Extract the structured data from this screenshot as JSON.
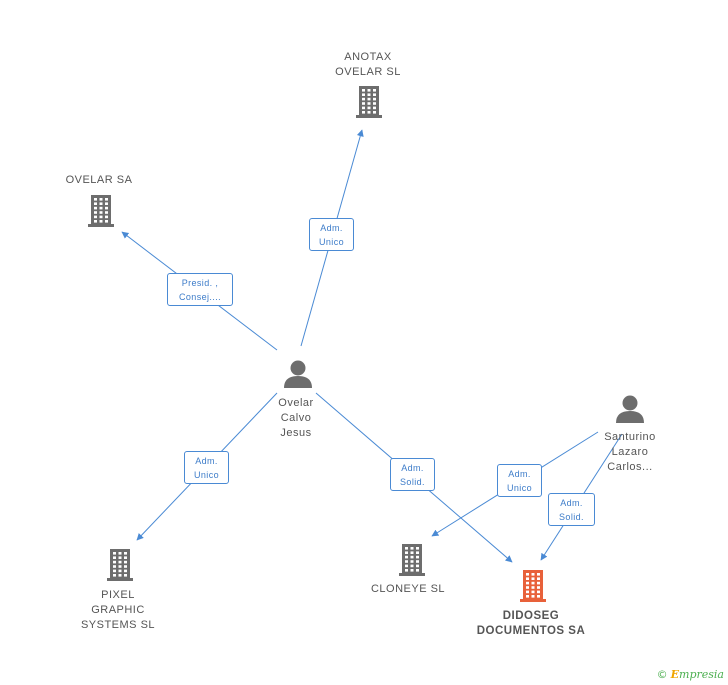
{
  "colors": {
    "edge": "#4a8ad4",
    "company_icon": "#6d6d6d",
    "company_highlight": "#e8613a",
    "person_icon": "#6d6d6d"
  },
  "nodes": {
    "anotax": {
      "lines": [
        "ANOTAX",
        "OVELAR SL"
      ],
      "icon": "building-icon"
    },
    "ovelar_sa": {
      "lines": [
        "OVELAR SA"
      ],
      "icon": "building-icon"
    },
    "ovelar_calvo": {
      "lines": [
        "Ovelar",
        "Calvo",
        "Jesus"
      ],
      "icon": "person-icon"
    },
    "santurino": {
      "lines": [
        "Santurino",
        "Lazaro",
        "Carlos..."
      ],
      "icon": "person-icon"
    },
    "pixel": {
      "lines": [
        "PIXEL",
        "GRAPHIC",
        "SYSTEMS SL"
      ],
      "icon": "building-icon"
    },
    "cloneye": {
      "lines": [
        "CLONEYE SL"
      ],
      "icon": "building-icon"
    },
    "didoseg": {
      "lines": [
        "DIDOSEG",
        "DOCUMENTOS SA"
      ],
      "icon": "building-icon-highlight"
    }
  },
  "edges": {
    "ovelar_to_anotax": {
      "lines": [
        "Adm.",
        "Unico"
      ]
    },
    "ovelar_to_ovelar_sa": {
      "lines": [
        "Presid. ,",
        "Consej...."
      ]
    },
    "ovelar_to_pixel": {
      "lines": [
        "Adm.",
        "Unico"
      ]
    },
    "ovelar_to_didoseg": {
      "lines": [
        "Adm.",
        "Solid."
      ]
    },
    "santurino_to_cloneye": {
      "lines": [
        "Adm.",
        "Unico"
      ]
    },
    "santurino_to_didoseg": {
      "lines": [
        "Adm.",
        "Solid."
      ]
    }
  },
  "brand": {
    "copyright": "©",
    "name_initial": "E",
    "name_rest": "mpresia"
  }
}
